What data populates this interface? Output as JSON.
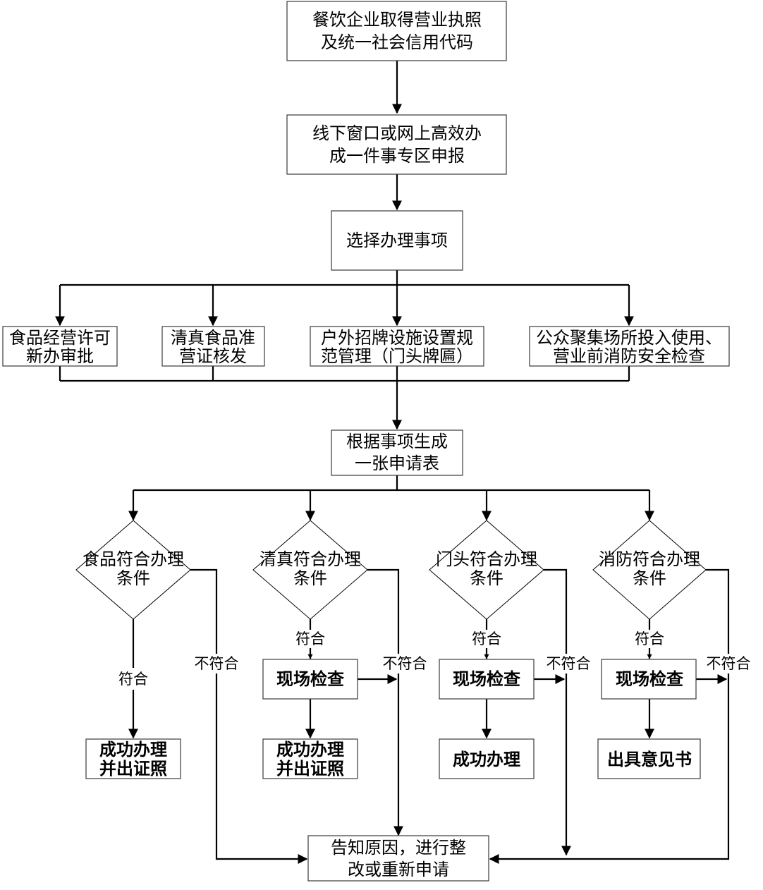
{
  "title": "餐饮企业高效办成一件事流程图",
  "nodes": {
    "start": [
      "餐饮企业取得营业执照",
      "及统一社会信用代码"
    ],
    "apply": [
      "线下窗口或网上高效办",
      "成一件事专区申报"
    ],
    "select": [
      "选择办理事项"
    ],
    "item_food": [
      "食品经营许可",
      "新办审批"
    ],
    "item_halal": [
      "清真食品准",
      "营证核发"
    ],
    "item_sign": [
      "户外招牌设施设置规",
      "范管理（门头牌匾）"
    ],
    "item_fire": [
      "公众聚集场所投入使用、",
      "营业前消防安全检查"
    ],
    "form": [
      "根据事项生成",
      "一张申请表"
    ],
    "dec_food": [
      "食品符合办理",
      "条件"
    ],
    "dec_halal": [
      "清真符合办理",
      "条件"
    ],
    "dec_sign": [
      "门头符合办理",
      "条件"
    ],
    "dec_fire": [
      "消防符合办理",
      "条件"
    ],
    "check_halal": [
      "现场检查"
    ],
    "check_sign": [
      "现场检查"
    ],
    "check_fire": [
      "现场检查"
    ],
    "result_food": [
      "成功办理",
      "并出证照"
    ],
    "result_halal": [
      "成功办理",
      "并出证照"
    ],
    "result_sign": [
      "成功办理"
    ],
    "result_fire": [
      "出具意见书"
    ],
    "reject": [
      "告知原因，进行整",
      "改或重新申请"
    ]
  },
  "labels": {
    "pass": "符合",
    "fail": "不符合"
  }
}
